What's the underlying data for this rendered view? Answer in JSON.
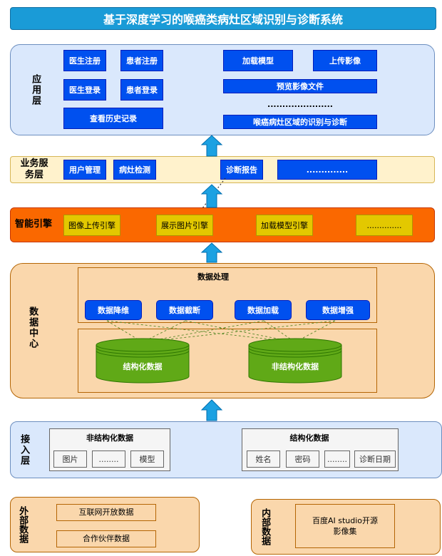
{
  "title": "基于深度学习的喉癌类病灶区域识别与诊断系统",
  "app_layer": {
    "label": "应用层",
    "buttons": [
      "医生注册",
      "患者注册",
      "医生登录",
      "患者登录",
      "查看历史记录",
      "加载模型",
      "上传影像",
      "预览影像文件",
      "喉癌病灶区域的识别与诊断"
    ],
    "ellipsis": "......................"
  },
  "service_layer": {
    "label": "业务服务层",
    "buttons": [
      "用户管理",
      "病灶检测",
      "诊断报告",
      ".............."
    ]
  },
  "engine_layer": {
    "label": "智能引擎",
    "buttons": [
      "图像上传引擎",
      "展示图片引擎",
      "加载模型引擎",
      ".............."
    ]
  },
  "data_center": {
    "label": "数据中心",
    "processing_title": "数据处理",
    "processing_buttons": [
      "数据降维",
      "数据截断",
      "数据加载",
      "数据增强"
    ],
    "stores": [
      "结构化数据",
      "非结构化数据"
    ]
  },
  "access_layer": {
    "label": "接入层",
    "unstructured": {
      "title": "非结构化数据",
      "items": [
        "图片",
        "........",
        "模型"
      ]
    },
    "structured": {
      "title": "结构化数据",
      "items": [
        "姓名",
        "密码",
        "........",
        "诊断日期"
      ]
    }
  },
  "external_data": {
    "label": "外部数据",
    "items": [
      "互联网开放数据",
      "合作伙伴数据"
    ]
  },
  "internal_data": {
    "label": "内部数据",
    "item": "百度AI studio开源影像集"
  },
  "colors": {
    "arrow": "#1ba1e2",
    "button_blue": "#0050ef",
    "engine_orange": "#fa6800",
    "store_green": "#60a917"
  }
}
